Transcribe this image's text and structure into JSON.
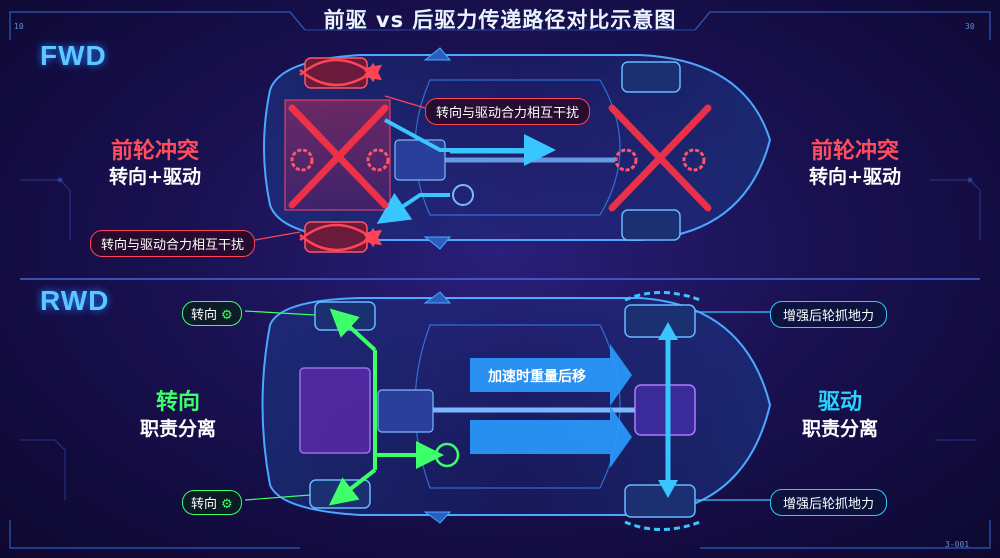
{
  "title": "前驱 vs 后驱力传递路径对比示意图",
  "fwd": {
    "label": "FWD",
    "left_conflict": "前轮冲突",
    "left_sub": "转向+驱动",
    "right_conflict": "前轮冲突",
    "right_sub": "转向+驱动",
    "interference_top": "转向与驱动合力相互干扰",
    "interference_bottom": "转向与驱动合力相互干扰"
  },
  "rwd": {
    "label": "RWD",
    "steer_top": "转向",
    "steer_bottom": "转向",
    "left_title": "转向",
    "left_sub": "职责分离",
    "right_title": "驱动",
    "right_sub": "职责分离",
    "weight_shift": "加速时重量后移",
    "grip_top": "增强后轮抓地力",
    "grip_bottom": "增强后轮抓地力"
  },
  "corner_ticks": {
    "top_left": "10",
    "top_right": "30",
    "bottom_right": "3-001"
  },
  "colors": {
    "conflict_red": "#ff4d5e",
    "steer_green": "#3dff6a",
    "drive_cyan": "#29d3ff",
    "outline_blue": "#4aa8ff"
  }
}
